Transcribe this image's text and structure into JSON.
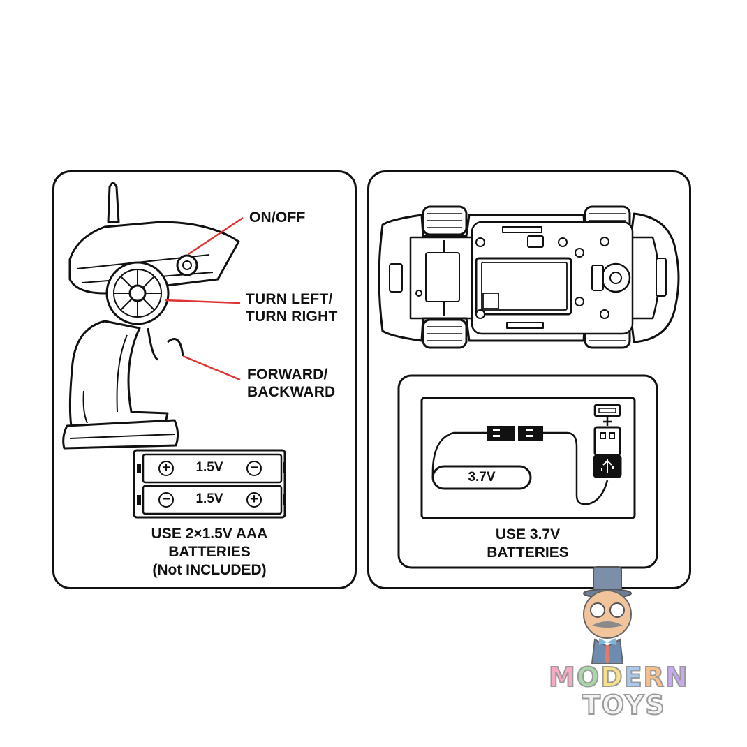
{
  "remote": {
    "labels": {
      "power": "ON/OFF",
      "steering": "TURN LEFT/\nTURN RIGHT",
      "throttle": "FORWARD/\nBACKWARD"
    },
    "battery_top": "1.5V",
    "battery_bottom": "1.5V",
    "plus_sign": "+",
    "minus_sign": "−",
    "battery_note": "USE 2×1.5V AAA\nBATTERIES\n(Not INCLUDED)"
  },
  "car": {
    "battery_pack": "3.7V",
    "battery_note": "USE 3.7V\nBATTERIES"
  },
  "logo": {
    "line1": "MODERN",
    "line2": "TOYS",
    "line1_colors": [
      "#f7a8c4",
      "#a8d8a8",
      "#f7e08a",
      "#a8c8f0",
      "#f7c08a",
      "#c8a8f0"
    ]
  },
  "colors": {
    "leader_line": "#e03131",
    "ink": "#111111"
  }
}
